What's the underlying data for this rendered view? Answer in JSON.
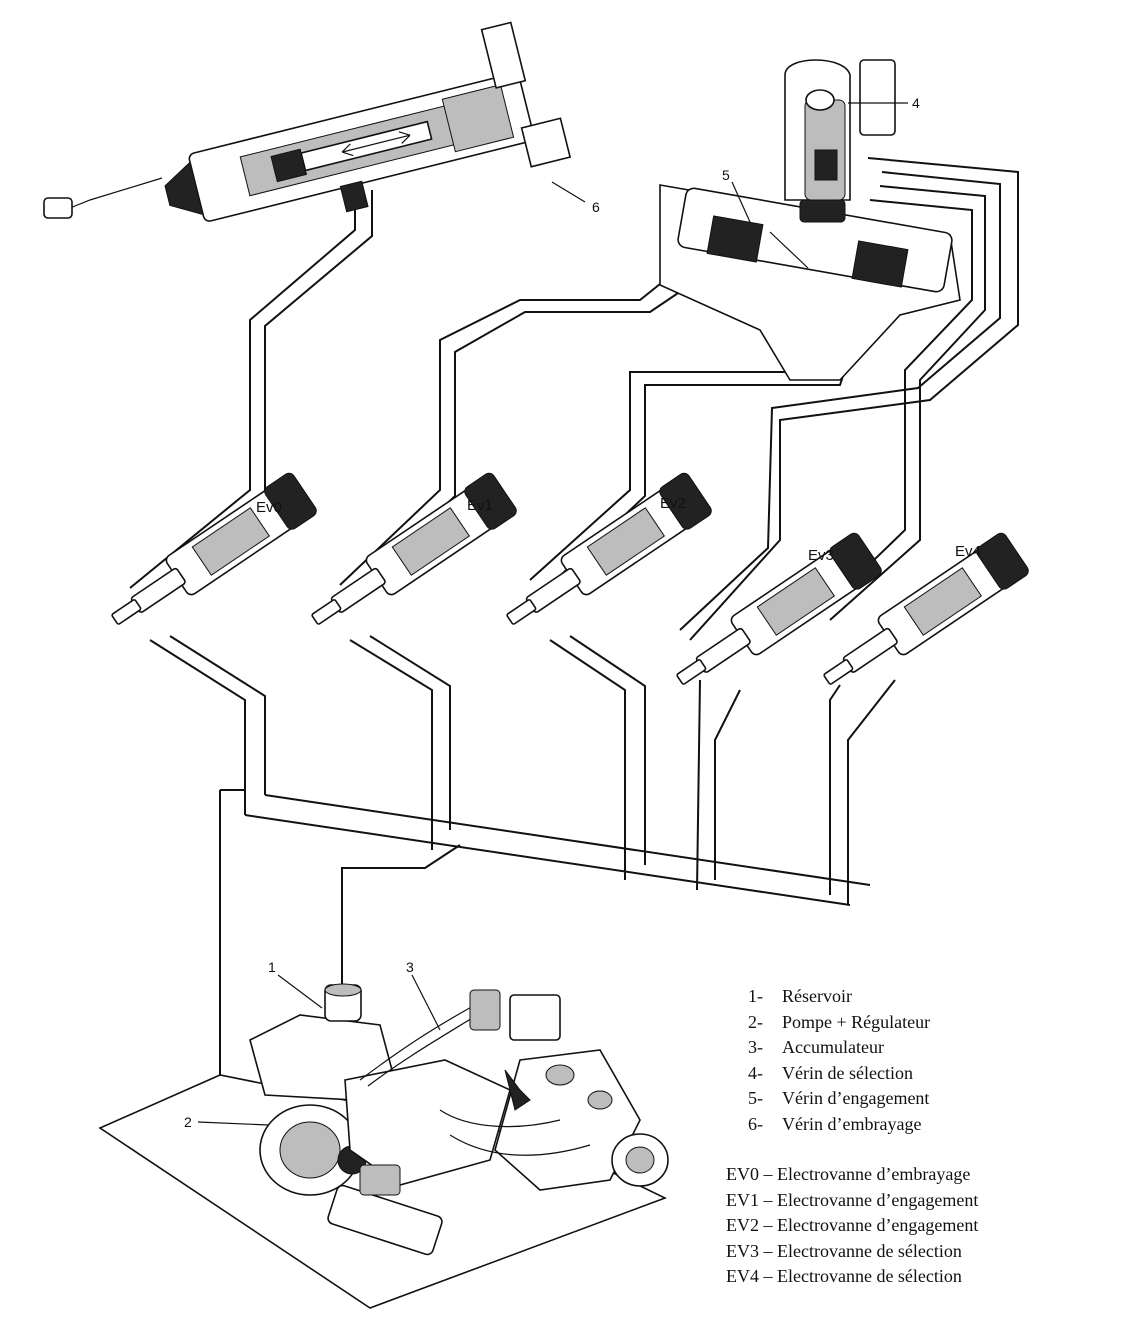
{
  "callouts": {
    "n1": "1",
    "n2": "2",
    "n3": "3",
    "n4": "4",
    "n5": "5",
    "n6": "6"
  },
  "valves": {
    "ev0": "Ev0",
    "ev1": "Ev1",
    "ev2": "Ev2",
    "ev3": "Ev3",
    "ev4": "Ev4"
  },
  "legend_parts": [
    {
      "num": "1-",
      "text": "Réservoir"
    },
    {
      "num": "2-",
      "text": "Pompe + Régulateur"
    },
    {
      "num": "3-",
      "text": "Accumulateur"
    },
    {
      "num": "4-",
      "text": "Vérin de sélection"
    },
    {
      "num": "5-",
      "text": "Vérin d’engagement"
    },
    {
      "num": "6-",
      "text": "Vérin d’embrayage"
    }
  ],
  "legend_valves": [
    "EV0 – Electrovanne d’embrayage",
    "EV1 – Electrovanne d’engagement",
    "EV2 – Electrovanne d’engagement",
    "EV3 – Electrovanne de sélection",
    "EV4 – Electrovanne de sélection"
  ]
}
